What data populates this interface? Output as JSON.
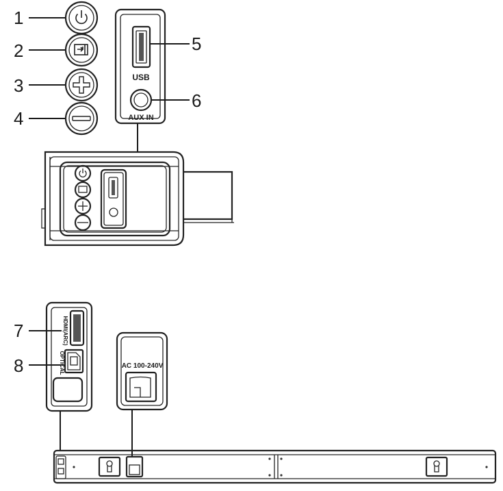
{
  "callouts": {
    "n1": "1",
    "n2": "2",
    "n3": "3",
    "n4": "4",
    "n5": "5",
    "n6": "6",
    "n7": "7",
    "n8": "8"
  },
  "labels": {
    "usb": "USB",
    "aux_in": "AUX IN",
    "hdmi_arc": "HDMI(ARC)",
    "optical": "OPTICAL",
    "ac_input": "AC 100-240V"
  },
  "icons": {
    "power": "power-icon",
    "source": "source-input-icon",
    "volume_up": "plus-icon",
    "volume_down": "minus-icon",
    "wall_mount": "keyhole-icon"
  }
}
